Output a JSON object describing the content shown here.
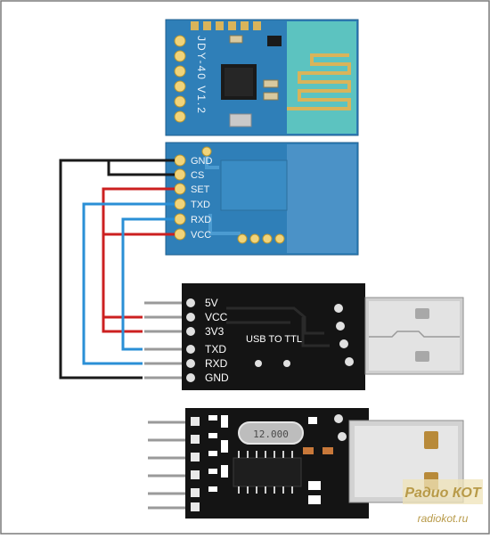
{
  "jdy_board": {
    "silk_label": "JDY-40 V1.2",
    "pins": [
      {
        "label": "GND",
        "wire_color": "#1a1a1a"
      },
      {
        "label": "CS",
        "wire_color": "#1a1a1a"
      },
      {
        "label": "SET",
        "wire_color": "#cc2020"
      },
      {
        "label": "TXD",
        "wire_color": "#2a8fd6"
      },
      {
        "label": "RXD",
        "wire_color": "#2a8fd6"
      },
      {
        "label": "VCC",
        "wire_color": "#cc2020"
      }
    ]
  },
  "usb_ttl": {
    "board_label": "USB TO TTL",
    "pins": [
      "5V",
      "VCC",
      "3V3",
      "TXD",
      "RXD",
      "GND"
    ]
  },
  "bottom_board": {
    "crystal_label": "12.000"
  },
  "watermark": {
    "logo": "Радио КОТ",
    "site": "radiokot.ru"
  },
  "colors": {
    "pcb_blue": "#2f7fb8",
    "antenna": "#5cc3c0",
    "black_pcb": "#141414",
    "gold": "#d9b45a",
    "wire_black": "#1a1a1a",
    "wire_red": "#cc2020",
    "wire_blue": "#2a8fd6"
  }
}
